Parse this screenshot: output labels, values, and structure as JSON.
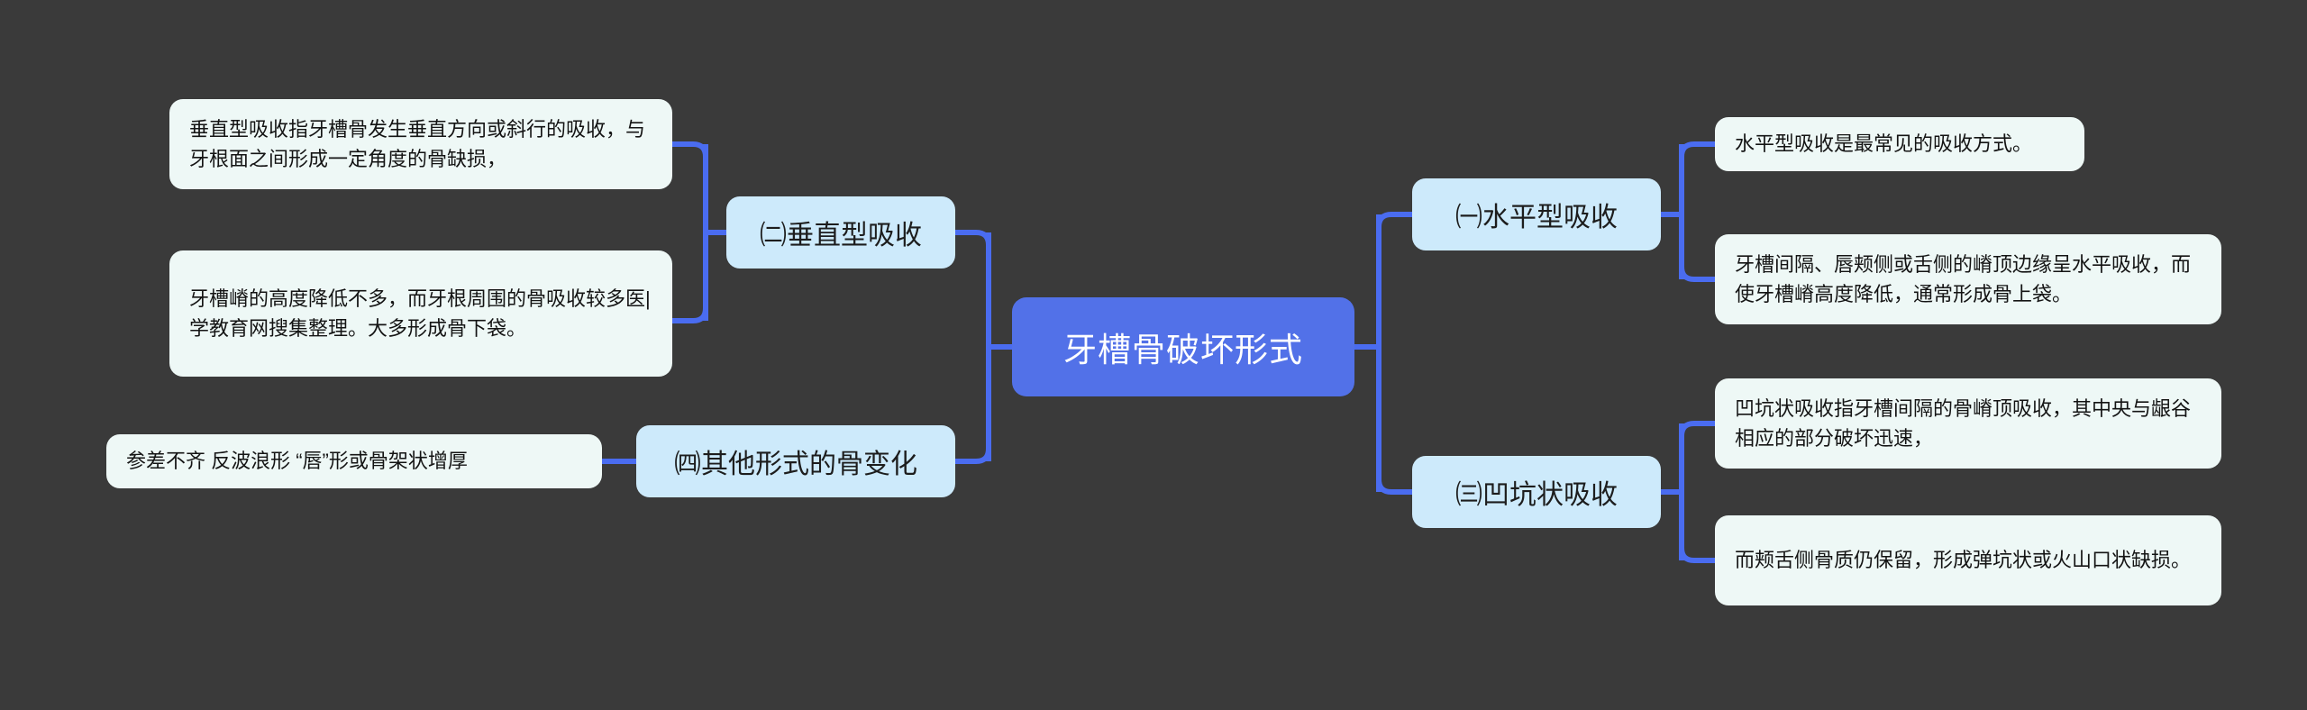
{
  "diagram": {
    "type": "mindmap",
    "title": "牙槽骨破坏形式",
    "background_color": "#3a3a3a",
    "root_color": "#5271e8",
    "branch_color": "#cdeafb",
    "leaf_color": "#eef8f6",
    "connector_color": "#4a6cf0"
  },
  "root": {
    "label": "牙槽骨破坏形式"
  },
  "left_branches": [
    {
      "label": "㈡垂直型吸收",
      "leaves": [
        {
          "text": "垂直型吸收指牙槽骨发生垂直方向或斜行的吸收，与牙根面之间形成一定角度的骨缺损，"
        },
        {
          "text": "牙槽嵴的高度降低不多，而牙根周围的骨吸收较多医|学教育网搜集整理。大多形成骨下袋。"
        }
      ]
    },
    {
      "label": "㈣其他形式的骨变化",
      "leaves": [
        {
          "text": "参差不齐 反波浪形 “唇”形或骨架状增厚"
        }
      ]
    }
  ],
  "right_branches": [
    {
      "label": "㈠水平型吸收",
      "leaves": [
        {
          "text": "水平型吸收是最常见的吸收方式。"
        },
        {
          "text": "牙槽间隔、唇颊侧或舌侧的嵴顶边缘呈水平吸收，而使牙槽嵴高度降低，通常形成骨上袋。"
        }
      ]
    },
    {
      "label": "㈢凹坑状吸收",
      "leaves": [
        {
          "text": "凹坑状吸收指牙槽间隔的骨嵴顶吸收，其中央与龈谷相应的部分破坏迅速，"
        },
        {
          "text": "而颊舌侧骨质仍保留，形成弹坑状或火山口状缺损。"
        }
      ]
    }
  ]
}
